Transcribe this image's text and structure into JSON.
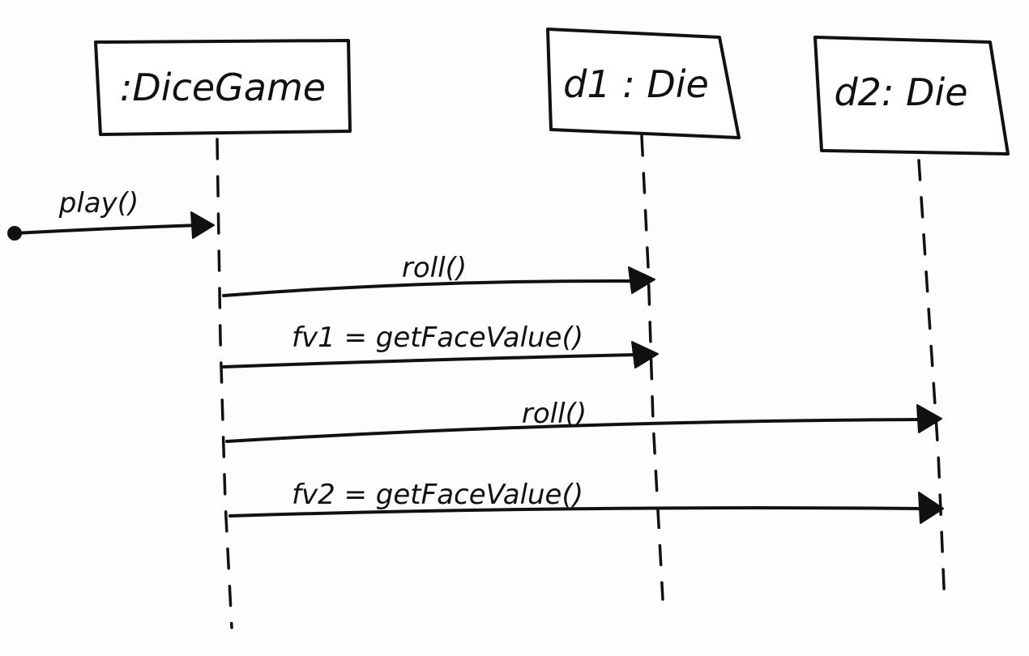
{
  "diagram": {
    "objects": [
      {
        "id": "dicegame",
        "label": ":DiceGame"
      },
      {
        "id": "d1",
        "label": "d1 : Die"
      },
      {
        "id": "d2",
        "label": "d2: Die"
      }
    ],
    "messages": [
      {
        "id": "play",
        "label": "play()",
        "from": "found",
        "to": "dicegame"
      },
      {
        "id": "roll1",
        "label": "roll()",
        "from": "dicegame",
        "to": "d1"
      },
      {
        "id": "fv1",
        "label": "fv1 = getFaceValue()",
        "from": "dicegame",
        "to": "d1"
      },
      {
        "id": "roll2",
        "label": "roll()",
        "from": "dicegame",
        "to": "d2"
      },
      {
        "id": "fv2",
        "label": "fv2 = getFaceValue()",
        "from": "dicegame",
        "to": "d2"
      }
    ],
    "colors": {
      "ink": "#111111",
      "paper": "#fdfdfc"
    }
  }
}
